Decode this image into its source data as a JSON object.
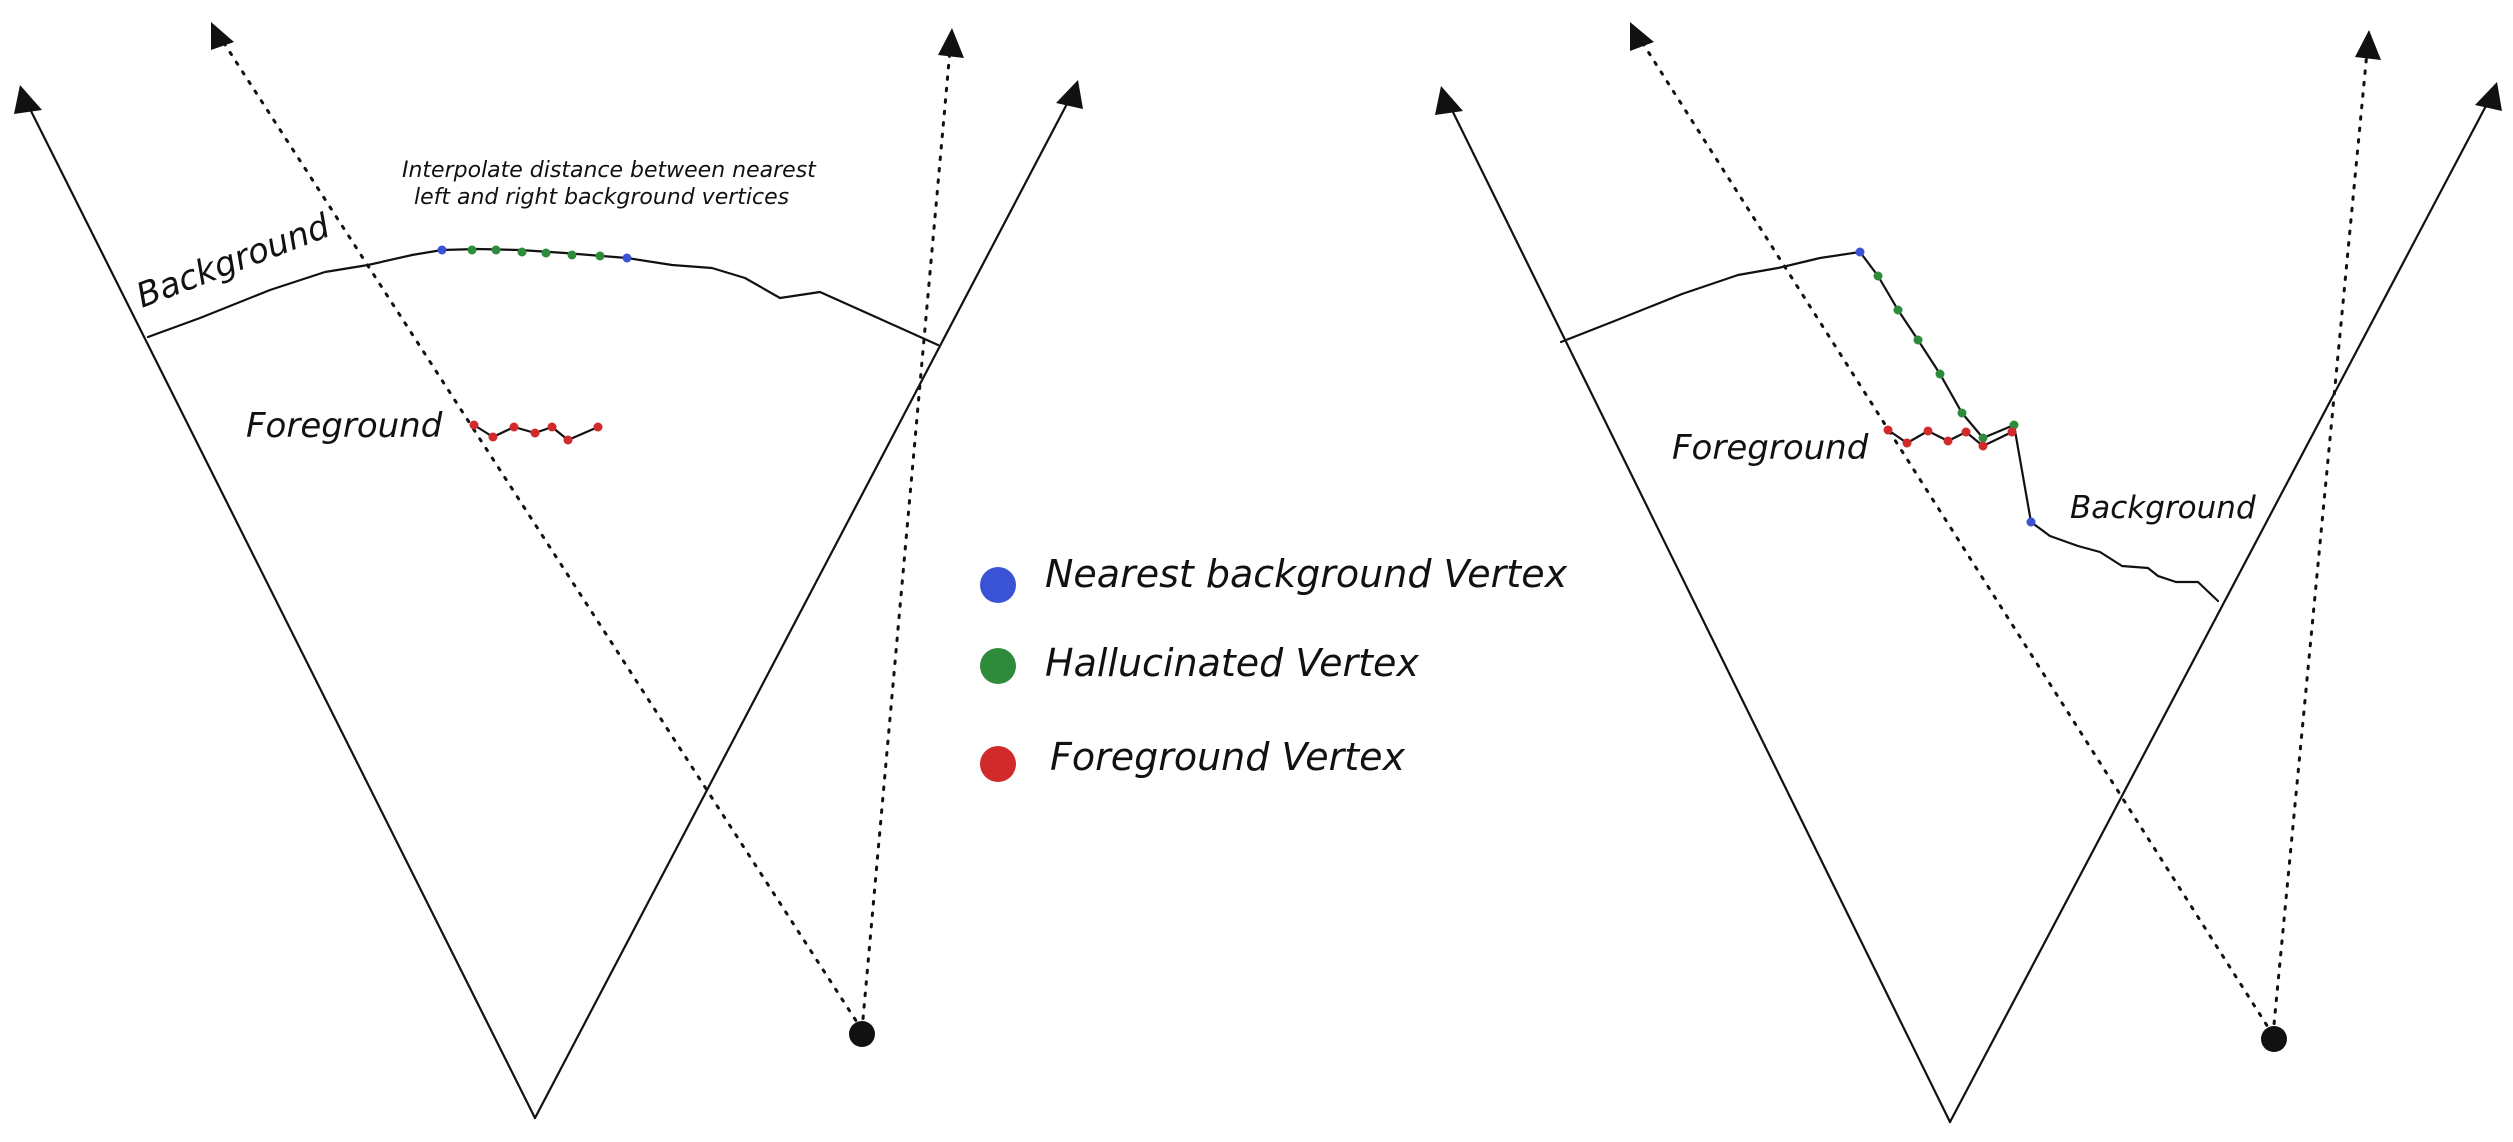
{
  "colors": {
    "background_vertex": "#3a52d4",
    "hallucinated_vertex": "#2e8b3c",
    "foreground_vertex": "#d12a2a",
    "ink": "#111111"
  },
  "left_panel": {
    "background_label": "Background",
    "foreground_label": "Foreground",
    "annotation_line1": "Interpolate distance between nearest",
    "annotation_line2": "left and right background vertices"
  },
  "right_panel": {
    "background_label": "Background",
    "foreground_label": "Foreground"
  },
  "legend": {
    "items": [
      {
        "label": "Nearest background Vertex",
        "color": "#3a52d4"
      },
      {
        "label": "Hallucinated Vertex",
        "color": "#2e8b3c"
      },
      {
        "label": "Foreground Vertex",
        "color": "#d12a2a"
      }
    ]
  }
}
